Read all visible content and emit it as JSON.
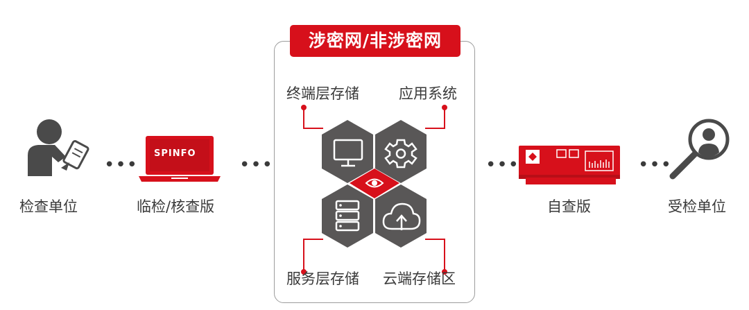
{
  "banner": "涉密网/非涉密网",
  "left_entities": {
    "inspector": "检查单位",
    "laptop_version": "临检/核查版",
    "laptop_brand": "SPINFO"
  },
  "center_labels": {
    "top_left": "终端层存储",
    "top_right": "应用系统",
    "bottom_left": "服务层存储",
    "bottom_right": "云端存储区"
  },
  "right_entities": {
    "self_check": "自查版",
    "inspected": "受检单位"
  },
  "separator": "•••",
  "colors": {
    "accent": "#d7101b",
    "hex": "#595757",
    "text": "#3a3a3a"
  },
  "icons": [
    "person-with-tablet-icon",
    "laptop-icon",
    "monitor-icon",
    "gear-icon",
    "eye-icon",
    "server-icon",
    "cloud-upload-icon",
    "device-box-icon",
    "magnifier-person-icon"
  ]
}
